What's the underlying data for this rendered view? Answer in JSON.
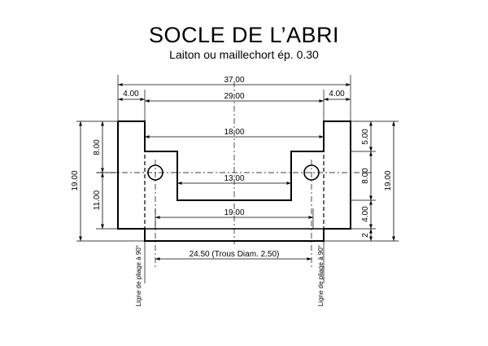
{
  "header": {
    "title": "SOCLE DE L’ABRI",
    "subtitle": "Laiton ou maillechort ép. 0.30"
  },
  "dimensions": {
    "overall_width": "37.00",
    "side_left": "4.00",
    "side_right": "4.00",
    "inner_width": "29.00",
    "upper_slot": "18.00",
    "lower_slot": "13.00",
    "fold_span": "19.00",
    "hole_spacing": "24.50  (Trous Diam. 2.50)",
    "left_total": "19.00",
    "left_upper": "8.00",
    "left_lower": "11.00",
    "right_total": "19.00",
    "right_a": "5.00",
    "right_b": "8.00",
    "right_c": "4.00",
    "right_d": "2"
  },
  "labels": {
    "fold_left": "Ligne de pliage à 90°",
    "fold_right": "Ligne de pliage à 90°"
  },
  "colors": {
    "line": "#000000",
    "background": "#ffffff"
  }
}
